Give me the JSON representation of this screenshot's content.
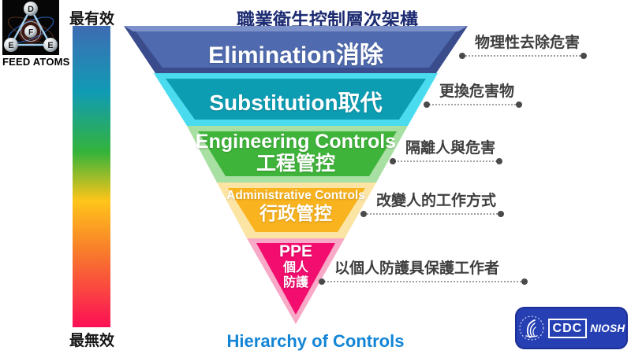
{
  "logo": {
    "caption": "FEED ATOMS",
    "nodes": {
      "top": "D",
      "left": "E",
      "right": "E",
      "center": "F"
    }
  },
  "scale": {
    "top_label": "最有效",
    "bottom_label": "最無效",
    "gradient_colors": [
      "#3E6CB3",
      "#109BB4",
      "#35B33A",
      "#FFC51A",
      "#F8802A",
      "#FC0F55"
    ]
  },
  "title": "職業衛生控制層次架構",
  "footer": "Hierarchy of Controls",
  "pyramid": {
    "levels": [
      {
        "id": "elimination",
        "lines": [
          "Elimination消除"
        ],
        "face_color": "#4F6AAE",
        "bevel_color": "#3A4C8C",
        "top_strip_color": "#7C90C9",
        "callout": "物理性去除危害"
      },
      {
        "id": "substitution",
        "lines": [
          "Substitution取代"
        ],
        "face_color": "#0D9DB3",
        "bevel_color": "#4BDBEF",
        "callout": "更換危害物"
      },
      {
        "id": "engineering-controls",
        "lines": [
          "Engineering Controls",
          "工程管控"
        ],
        "face_color": "#3FB43A",
        "bevel_color": "#A8DFA2",
        "callout": "隔離人與危害"
      },
      {
        "id": "administrative-controls",
        "lines": [
          "Administrative Controls",
          "行政管控"
        ],
        "face_color": "#F9B31F",
        "bevel_color": "#FBE4A4",
        "callout": "改變人的工作方式"
      },
      {
        "id": "ppe",
        "lines": [
          "PPE",
          "個人",
          "防護"
        ],
        "face_color": "#F20D6E",
        "bevel_color": "#F8A9C7",
        "callout": "以個人防護具保護工作者"
      }
    ]
  },
  "badge": {
    "cdc": "CDC",
    "niosh": "NIOSH"
  }
}
